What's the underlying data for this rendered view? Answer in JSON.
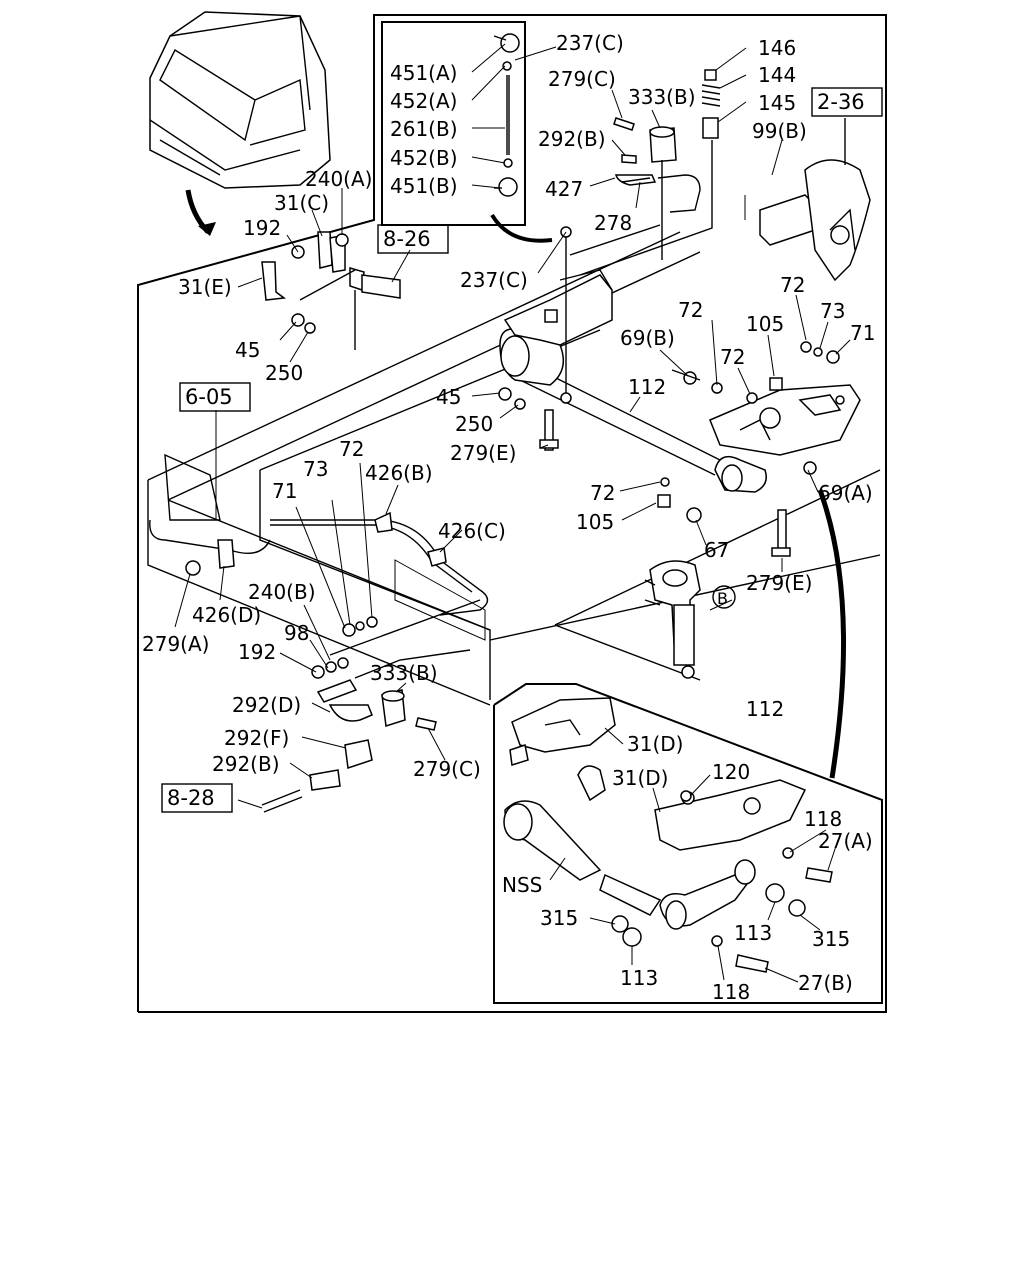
{
  "callouts": [
    "451(A)",
    "452(A)",
    "261(B)",
    "452(B)",
    "451(B)",
    "237(C)",
    "279(C)",
    "333(B)",
    "146",
    "144",
    "145",
    "292(B)",
    "427",
    "278",
    "99(B)",
    "240(A)",
    "31(C)",
    "192",
    "31(E)",
    "45",
    "250",
    "237(C)",
    "72",
    "73",
    "71",
    "69(B)",
    "72",
    "105",
    "72",
    "112",
    "45",
    "250",
    "279(E)",
    "73",
    "72",
    "426(B)",
    "71",
    "426(C)",
    "72",
    "105",
    "69(A)",
    "67",
    "279(E)",
    "240(B)",
    "98",
    "192",
    "426(D)",
    "279(A)",
    "333(B)",
    "292(D)",
    "292(F)",
    "292(B)",
    "279(C)",
    "112",
    "31(D)",
    "31(D)",
    "120",
    "118",
    "27(A)",
    "NSS",
    "315",
    "113",
    "315",
    "113",
    "118",
    "27(B)"
  ],
  "page_refs": [
    "2-36",
    "8-26",
    "6-05",
    "8-28"
  ],
  "circle_marker": "B"
}
